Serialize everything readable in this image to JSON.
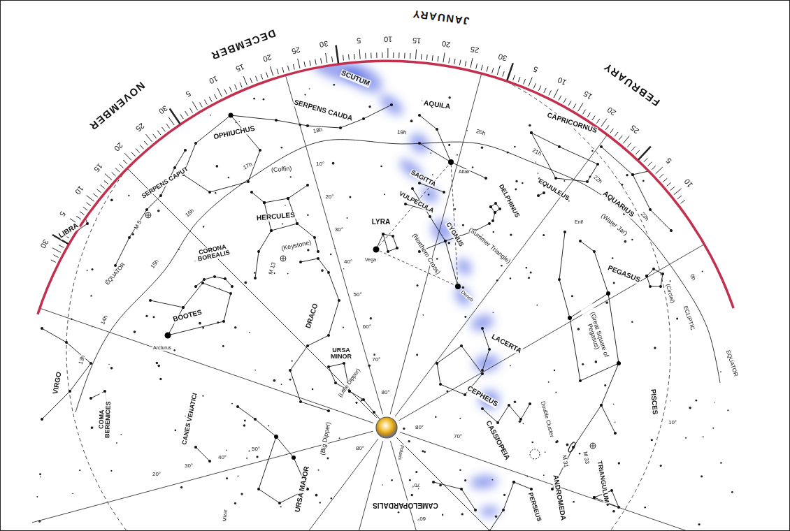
{
  "diagram": {
    "labels": [
      "NOVEMBER",
      "DECEMBER",
      "JANUARY",
      "FEBRUARY",
      "30",
      "5",
      "10",
      "15",
      "20",
      "25",
      "30",
      "5",
      "10",
      "15",
      "20",
      "25",
      "30",
      "5",
      "10",
      "15",
      "20",
      "25",
      "30",
      "5",
      "10",
      "15",
      "20",
      "25",
      "5",
      "10",
      "SCUTUM",
      "SERPENS CAUDA",
      "AQUILA",
      "CAPRICORNUS",
      "OPHIUCHUS",
      "(Coffin)",
      "SAGITTA",
      "VULPECULA",
      "Altair",
      "DELPHINUS",
      "EQUULEUS",
      "AQUARIUS",
      "(Water Jar)",
      "Enif",
      "LYRA",
      "Vega",
      "CYGNUS",
      "(Northern Cross)",
      "(Summer Triangle)",
      "Deneb",
      "HERCULES",
      "(Keystone)",
      "M 13",
      "CORONA BOREALIS",
      "SERPENS CAPUT",
      "M 5",
      "LIBRA",
      "EQUATOR",
      "PEGASUS",
      "(Great Square of Pegasus)",
      "(Circlet)",
      "ECLIPTIC",
      "EQUATOR",
      "LACERTA",
      "CEPHEUS",
      "CASSIOPEIA",
      "Double Cluster",
      "M 31",
      "ANDROMEDA",
      "M 33",
      "TRIANGULUM",
      "PISCES",
      "PERSEUS",
      "CAMELOPARDALIS",
      "Polaris",
      "URSA MINOR",
      "(Little Dipper)",
      "DRACO",
      "BOOTES",
      "Arcturus",
      "VIRGO",
      "COMA BERENICES",
      "CANES VENATICI",
      "URSA MAJOR",
      "(Big Dipper)",
      "Mizar",
      "13h",
      "14h",
      "15h",
      "16h",
      "17h",
      "18h",
      "19h",
      "20h",
      "21h",
      "22h",
      "23h",
      "0h",
      "10°",
      "20°",
      "30°",
      "40°",
      "50°",
      "60°",
      "70°",
      "80°",
      "80°",
      "70°",
      "70°",
      "60°",
      "80°",
      "50°",
      "40°",
      "30°",
      "20°",
      "10°"
    ]
  }
}
